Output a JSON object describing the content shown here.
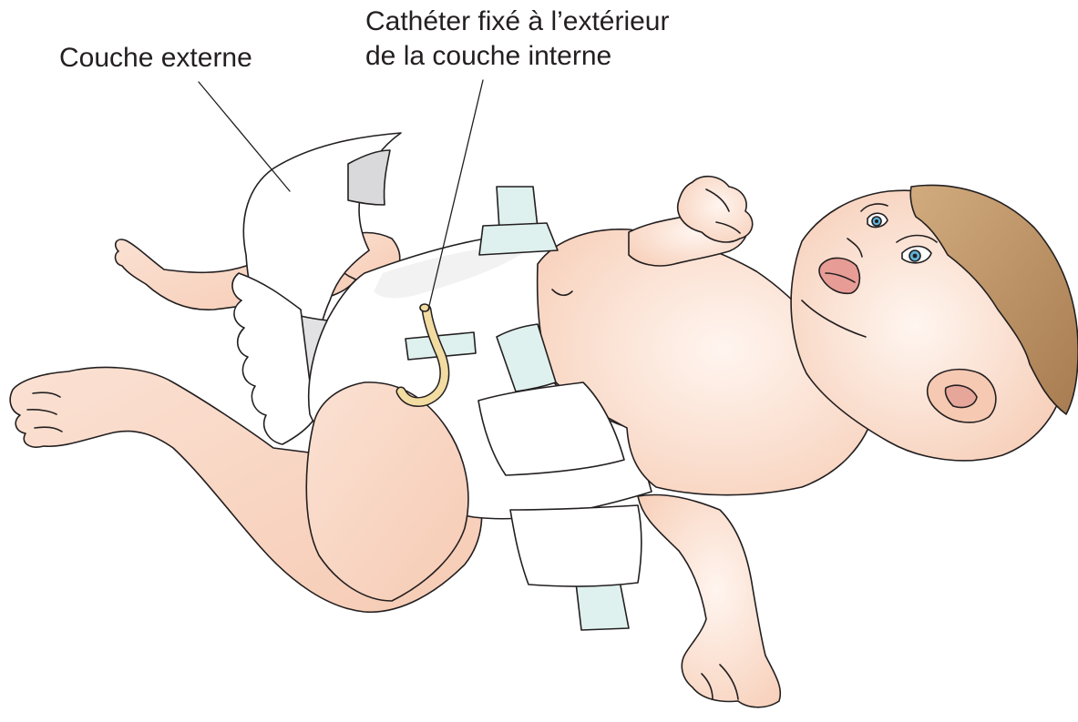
{
  "labels": {
    "outer_diaper": "Couche externe",
    "catheter_line1": "Cathéter fixé à l’extérieur",
    "catheter_line2": "de la couche interne"
  },
  "colors": {
    "skin": "#fbe3d6",
    "skin_shade": "#f6cdb8",
    "diaper": "#ffffff",
    "diaper_shade": "#ececec",
    "diaper_grey_panel": "#d9d9db",
    "tape": "#dff1ee",
    "catheter": "#f3dca2",
    "hair": "#c19a6b",
    "eye": "#5fb3d9",
    "mouth": "#e79c95",
    "outline": "#231f20"
  },
  "icons": {
    "figure": "infant-lying-with-double-diaper-illustration"
  }
}
